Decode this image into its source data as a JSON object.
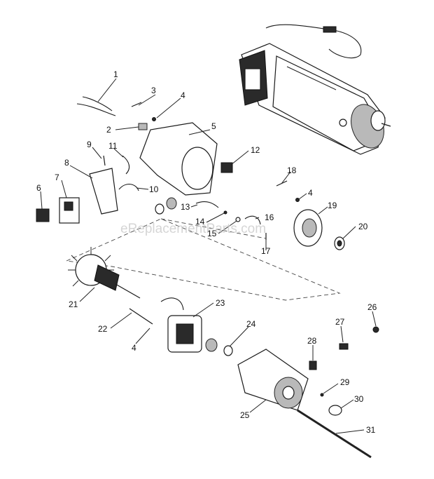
{
  "watermark": "eReplacementParts.com",
  "callouts": [
    "1",
    "2",
    "3",
    "4",
    "5",
    "6",
    "7",
    "8",
    "9",
    "10",
    "11",
    "12",
    "13",
    "14",
    "15",
    "16",
    "17",
    "18",
    "19",
    "20",
    "21",
    "22",
    "23",
    "24",
    "25",
    "26",
    "27",
    "28",
    "29",
    "30",
    "31"
  ],
  "callout_4_repeats": [
    "4",
    "4",
    "4"
  ]
}
